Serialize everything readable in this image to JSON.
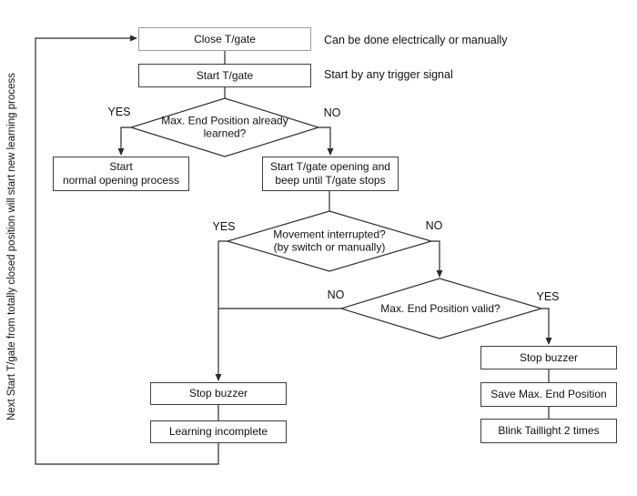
{
  "diagram": {
    "side_note": "Next Start T/gate from totally closed position will start new learning process",
    "labels": {
      "yes": "YES",
      "no": "NO"
    },
    "annotations": [
      {
        "for": "Close T/gate",
        "text": "Can be done electrically or manually"
      },
      {
        "for": "Start T/gate",
        "text": "Start by any trigger signal"
      }
    ],
    "nodes": {
      "close_tgate": {
        "type": "process",
        "text": "Close T/gate"
      },
      "start_tgate": {
        "type": "process",
        "text": "Start T/gate"
      },
      "decision_learned": {
        "type": "decision",
        "text": "Max. End Position already\nlearned?"
      },
      "start_normal": {
        "type": "process",
        "text": "Start\nnormal opening process"
      },
      "start_opening_beep": {
        "type": "process",
        "text": "Start T/gate opening and\nbeep until T/gate stops"
      },
      "decision_interrupted": {
        "type": "decision",
        "text": "Movement interrupted?\n(by switch or manually)"
      },
      "decision_valid": {
        "type": "decision",
        "text": "Max. End Position valid?"
      },
      "stop_buzzer_left": {
        "type": "process",
        "text": "Stop buzzer"
      },
      "learning_incomplete": {
        "type": "process",
        "text": "Learning incomplete"
      },
      "stop_buzzer_right": {
        "type": "process",
        "text": "Stop buzzer"
      },
      "save_max_end": {
        "type": "process",
        "text": "Save Max. End Position"
      },
      "blink_taillight": {
        "type": "process",
        "text": "Blink Taillight 2 times"
      }
    },
    "edges": [
      {
        "from": "close_tgate",
        "to": "start_tgate",
        "label": ""
      },
      {
        "from": "start_tgate",
        "to": "decision_learned",
        "label": ""
      },
      {
        "from": "decision_learned",
        "to": "start_normal",
        "label": "YES"
      },
      {
        "from": "decision_learned",
        "to": "start_opening_beep",
        "label": "NO"
      },
      {
        "from": "start_opening_beep",
        "to": "decision_interrupted",
        "label": ""
      },
      {
        "from": "decision_interrupted",
        "to": "stop_buzzer_left",
        "label": "YES"
      },
      {
        "from": "decision_interrupted",
        "to": "decision_valid",
        "label": "NO"
      },
      {
        "from": "decision_valid",
        "to": "stop_buzzer_left",
        "label": "NO"
      },
      {
        "from": "decision_valid",
        "to": "stop_buzzer_right",
        "label": "YES"
      },
      {
        "from": "stop_buzzer_right",
        "to": "save_max_end",
        "label": ""
      },
      {
        "from": "save_max_end",
        "to": "blink_taillight",
        "label": ""
      },
      {
        "from": "stop_buzzer_left",
        "to": "learning_incomplete",
        "label": ""
      },
      {
        "from": "learning_incomplete",
        "to": "close_tgate",
        "label": ""
      }
    ],
    "colors": {
      "background": "#ffffff",
      "line": "#2b2b2b",
      "box_border": "#3d3d3d",
      "close_box_border": "#9a9a9a",
      "text": "#111111"
    }
  }
}
